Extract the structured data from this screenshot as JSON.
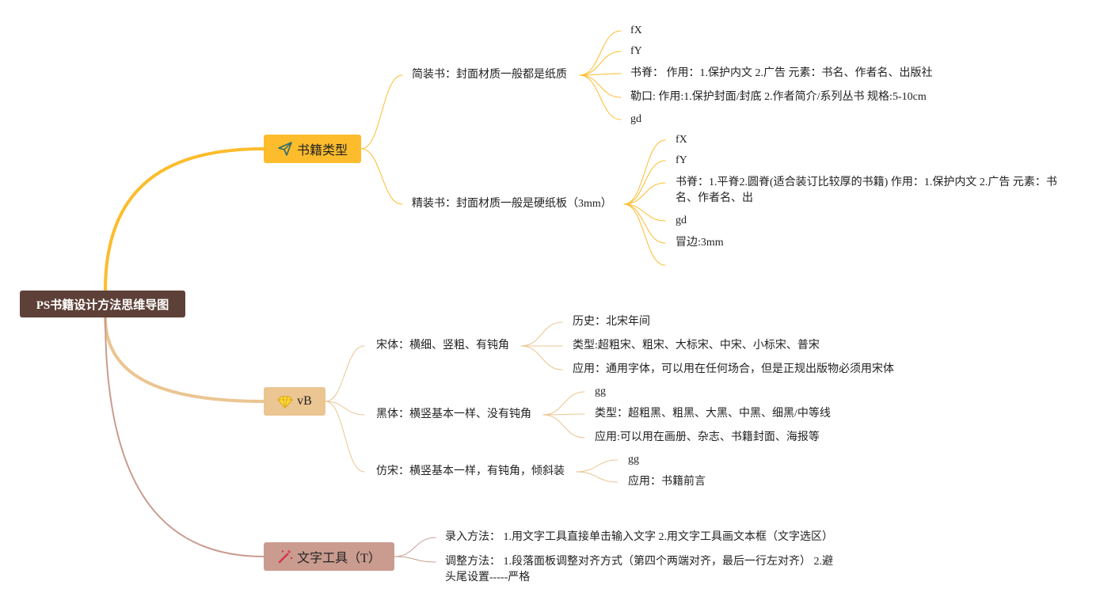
{
  "root": {
    "label": "PS书籍设计方法思维导图"
  },
  "branches": [
    {
      "label": "书籍类型",
      "icon": "paper-plane-icon",
      "color": "#fcbc2c",
      "children": [
        {
          "label": "简装书：封面材质一般都是纸质",
          "children": [
            "fX",
            "fY",
            "书脊： 作用：1.保护内文 2.广告 元素：书名、作者名、出版社",
            "勒口: 作用:1.保护封面/封底 2.作者简介/系列丛书 规格:5-10cm",
            "gd"
          ]
        },
        {
          "label": "精装书：封面材质一般是硬纸板（3mm）",
          "children": [
            "fX",
            "fY",
            "书脊：1.平脊2.圆脊(适合装订比较厚的书籍) 作用：1.保护内文 2.广告 元素：书名、作者名、出",
            "gd",
            "冒边:3mm",
            ""
          ]
        }
      ]
    },
    {
      "label": "vB",
      "icon": "diamond-icon",
      "color": "#ebc592",
      "children": [
        {
          "label": "宋体：横细、竖粗、有钝角",
          "children": [
            "历史：北宋年间",
            "类型:超粗宋、粗宋、大标宋、中宋、小标宋、普宋",
            "应用：通用字体，可以用在任何场合，但是正规出版物必须用宋体"
          ]
        },
        {
          "label": "黑体：横竖基本一样、没有钝角",
          "children": [
            "gg",
            "类型：超粗黑、粗黑、大黑、中黑、细黑/中等线",
            "应用:可以用在画册、杂志、书籍封面、海报等"
          ]
        },
        {
          "label": "仿宋：横竖基本一样，有钝角，倾斜装",
          "children": [
            "gg",
            "应用：书籍前言"
          ]
        }
      ]
    },
    {
      "label": "文字工具（T）",
      "icon": "magic-wand-icon",
      "color": "#c99c8f",
      "children": [
        {
          "label": "录入方法： 1.用文字工具直接单击输入文字 2.用文字工具画文本框（文字选区）"
        },
        {
          "label": "调整方法： 1.段落面板调整对齐方式（第四个两端对齐，最后一行左对齐） 2.避头尾设置-----严格"
        }
      ]
    }
  ]
}
